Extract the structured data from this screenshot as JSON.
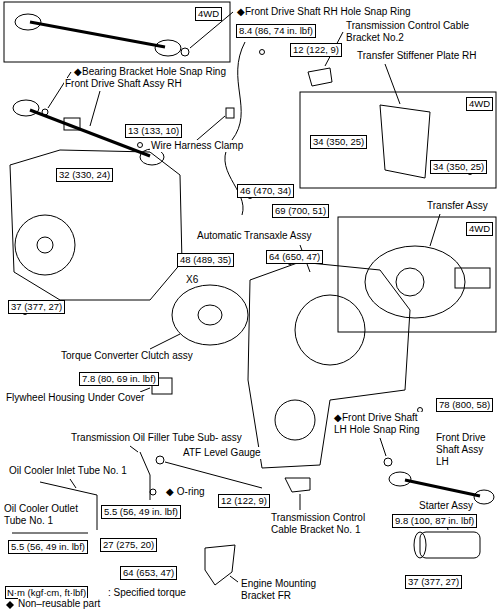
{
  "diagram": {
    "nodes": [
      {
        "text": [
          "4WD"
        ]
      },
      {
        "text": [
          "8.4 (86, 74 in. lbf)"
        ]
      },
      {
        "text": [
          "12 (122, 9)"
        ]
      },
      {
        "text": [
          "4WD"
        ]
      },
      {
        "text": [
          "13 (133, 10)"
        ]
      },
      {
        "text": [
          "34 (350, 25)"
        ]
      },
      {
        "text": [
          "34 (350, 25)"
        ]
      },
      {
        "text": [
          "32 (330, 24)"
        ]
      },
      {
        "text": [
          "46 (470, 34)"
        ]
      },
      {
        "text": [
          "69 (700, 51)"
        ]
      },
      {
        "text": [
          "4WD"
        ]
      },
      {
        "text": [
          "64 (650, 47)"
        ]
      },
      {
        "text": [
          "48 (489, 35)"
        ]
      },
      {
        "text": [
          "37 (377, 27)"
        ]
      },
      {
        "text": [
          "7.8 (80, 69 in. lbf)"
        ]
      },
      {
        "text": [
          "78 (800, 58)"
        ]
      },
      {
        "text": [
          "12 (122, 9)"
        ]
      },
      {
        "text": [
          "5.5 (56, 49 in. lbf)"
        ]
      },
      {
        "text": [
          "9.8 (100, 87 in. lbf)"
        ]
      },
      {
        "text": [
          "27 (275, 20)"
        ]
      },
      {
        "text": [
          "5.5 (56, 49 in. lbf)"
        ]
      },
      {
        "text": [
          "64 (653, 47)"
        ]
      },
      {
        "text": [
          "37 (377, 27)"
        ]
      }
    ],
    "labels": [
      "◆Front Drive Shaft RH Hole Snap Ring",
      "Transmission Control Cable Bracket No.2",
      "◆Bearing Bracket Hole Snap Ring",
      "Front Drive Shaft Assy RH",
      "Transfer Stiffener Plate RH",
      "Wire Harness Clamp",
      "Transfer Assy",
      "Automatic Transaxle Assy",
      "X6",
      "Torque Converter Clutch assy",
      "Flywheel Housing Under Cover",
      "◆Front Drive Shaft LH Hole Snap Ring",
      "Transmission Oil Filler Tube Sub- assy",
      "Front Drive Shaft Assy LH",
      "ATF Level Gauge",
      "Oil Cooler Inlet Tube No. 1",
      "◆ O-ring",
      "Starter Assy",
      "Oil Cooler Outlet Tube No. 1",
      "Transmission Control Cable Bracket No. 1",
      "Engine Mounting Bracket FR",
      "N·m (kgf·cm, ft·lbf)"
    ],
    "legend": [
      {
        "text": ": Specified torque"
      },
      {
        "text": "Non–reusable part"
      }
    ]
  }
}
